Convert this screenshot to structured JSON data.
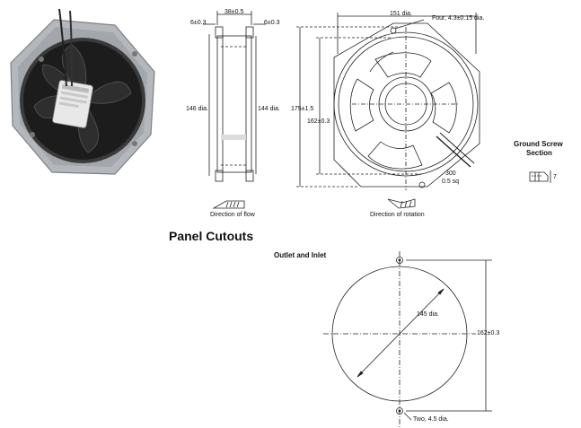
{
  "side_view": {
    "top_width": "38±0.5",
    "left_flange": "6±0.3",
    "right_flange": "6±0.3",
    "height_left": "146 dia.",
    "height_right": "144 dia.",
    "caption": "Direction of flow"
  },
  "front_view": {
    "diameter": "151 dia.",
    "holes": "Four, 4.3±0.15 dia.",
    "outer_height": "175±1.5",
    "mount_pitch": "162±0.3",
    "lead_length": "300",
    "lead_gauge": "0.5 sq",
    "caption": "Direction of rotation"
  },
  "ground_screw": {
    "title_line1": "Ground Screw",
    "title_line2": "Section",
    "dim": "7"
  },
  "panel": {
    "heading": "Panel Cutouts",
    "subheading": "Outlet and Inlet",
    "cutout_dia": "145 dia.",
    "pitch": "162±0.3",
    "holes": "Two, 4.5 dia."
  },
  "colors": {
    "line": "#222222",
    "fan_body": "#9a9ea2",
    "fan_dark": "#2b2b2b"
  }
}
